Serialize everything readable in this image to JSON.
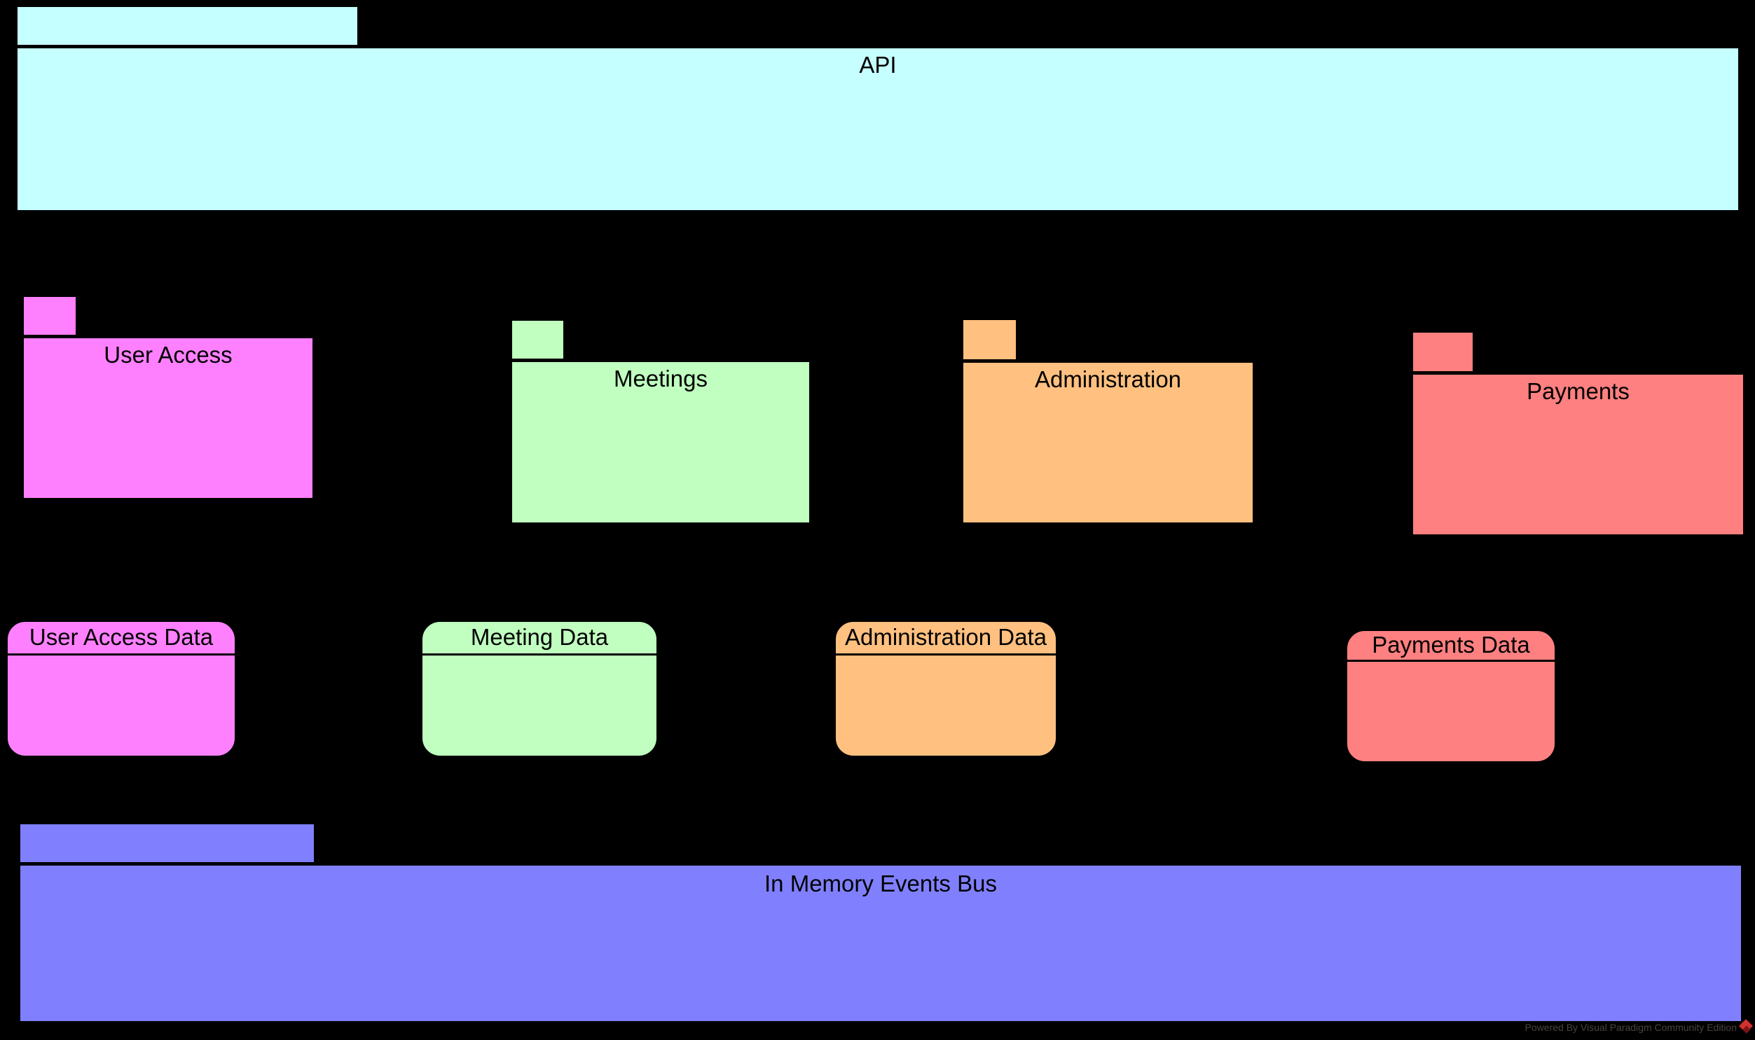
{
  "diagram": {
    "background_color": "#000000",
    "border_color": "#000000",
    "packages": [
      {
        "name": "api",
        "label": "API",
        "fill": "#C6FFFF"
      },
      {
        "name": "user-access",
        "label": "User Access",
        "fill": "#FF80FF"
      },
      {
        "name": "meetings",
        "label": "Meetings",
        "fill": "#C0FFC0"
      },
      {
        "name": "administration",
        "label": "Administration",
        "fill": "#FFC080"
      },
      {
        "name": "payments",
        "label": "Payments",
        "fill": "#FF8080"
      },
      {
        "name": "in-memory-events-bus",
        "label": "In Memory Events Bus",
        "fill": "#8080FF"
      }
    ],
    "data_stores": [
      {
        "name": "user-access-data",
        "label": "User Access Data",
        "fill": "#FF80FF"
      },
      {
        "name": "meeting-data",
        "label": "Meeting Data",
        "fill": "#C0FFC0"
      },
      {
        "name": "administration-data",
        "label": "Administration Data",
        "fill": "#FFC080"
      },
      {
        "name": "payments-data",
        "label": "Payments Data",
        "fill": "#FF8080"
      }
    ],
    "watermark": {
      "text": "Powered By Visual Paradigm Community Edition",
      "text_color": "#4a4340",
      "logo_color": "#d4302f"
    }
  }
}
